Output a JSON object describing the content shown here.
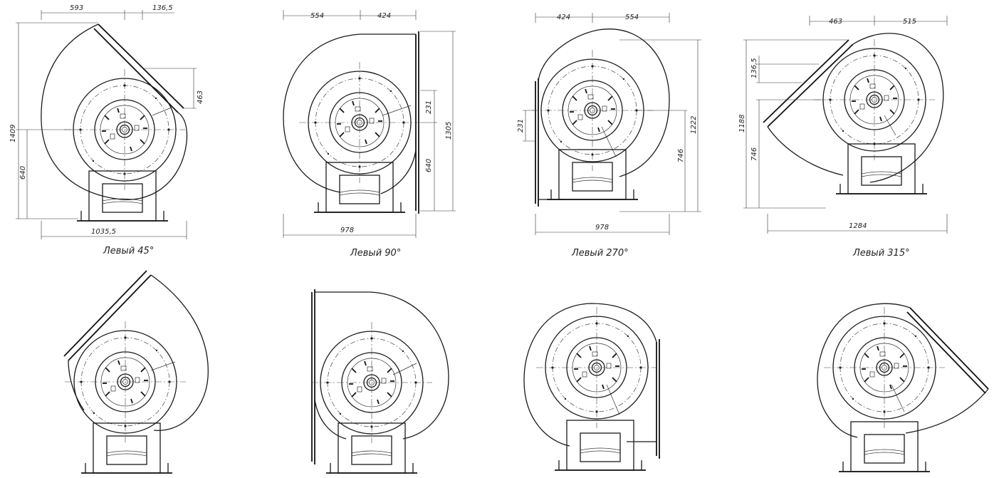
{
  "views": [
    {
      "caption": "Левый 45°",
      "dims": {
        "top_left": "593",
        "top_right": "136,5",
        "right": "463",
        "height_total": "1409",
        "height_axis": "640",
        "width": "1035,5"
      }
    },
    {
      "caption": "Левый 90°",
      "dims": {
        "top_left": "554",
        "top_right": "424",
        "outlet": "231",
        "height_total": "1305",
        "height_axis": "640",
        "width": "978"
      }
    },
    {
      "caption": "Левый 270°",
      "dims": {
        "top_left": "424",
        "top_right": "554",
        "outlet": "231",
        "height_total": "1222",
        "height_axis": "746",
        "width": "978"
      }
    },
    {
      "caption": "Левый 315°",
      "dims": {
        "top_left": "463",
        "top_right": "515",
        "outlet": "136,5",
        "height_total": "1188",
        "height_axis": "746",
        "width": "1284"
      }
    }
  ]
}
